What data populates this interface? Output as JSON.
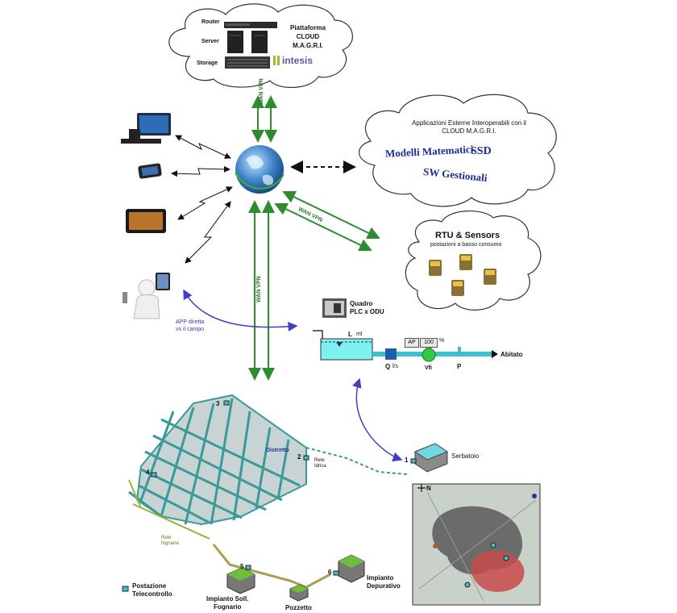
{
  "cloud_top": {
    "router": "Router",
    "server": "Server",
    "storage": "Storage",
    "title_lines": [
      "Piattaforma",
      "CLOUD",
      "M.A.G.R.I."
    ],
    "logo_text": "intesis"
  },
  "links": {
    "wan_vpn_1": "WAN VPN",
    "wan_vpn_2": "WAN VPN",
    "wan_vpn_3": "WAN VPN"
  },
  "cloud_apps": {
    "title_lines": [
      "Applicazioni Esterne Interoperabili con il",
      "CLOUD M.A.G.R.I."
    ],
    "item1": "Modelli Matematici",
    "item2": "SSD",
    "item3": "SW Gestionali"
  },
  "cloud_rtu": {
    "title": "RTU & Sensors",
    "subtitle": "postazioni a basso consumo"
  },
  "app_label": [
    "APP diretta",
    "vs il campo"
  ],
  "quadro": [
    "Quadro",
    "PLC x ODU"
  ],
  "process": {
    "level": "L",
    "level_unit": "ml",
    "ap": "AP",
    "value": "100",
    "pct": "%",
    "q": "Q",
    "q_unit": "l/s",
    "vfi": "Vfi",
    "p": "P",
    "abitato": "Abitato"
  },
  "network": {
    "distretto": "Distretto",
    "rete_idrica": [
      "Rete",
      "Idrica"
    ],
    "rete_fognaria": [
      "Rete",
      "fognaria"
    ],
    "serbatoio": "Serbatoio",
    "n1": "1",
    "n2": "2",
    "n3": "3",
    "n4": "4",
    "n5": "5",
    "n6": "6",
    "impianto_soll": [
      "Impianto Soll.",
      "Fognario"
    ],
    "pozzetto": "Pozzetto",
    "impianto_dep": [
      "Impianto",
      "Depurativo"
    ],
    "legend": [
      "Postazione",
      "Telecontrollo"
    ]
  },
  "map": {
    "compass": "N"
  },
  "colors": {
    "green_link": "#2e8b2e",
    "blue_link": "#4040c0",
    "pipe": "#3ec0c8",
    "network": "#3a9a9a",
    "district_fill": "#c8d4d4"
  }
}
